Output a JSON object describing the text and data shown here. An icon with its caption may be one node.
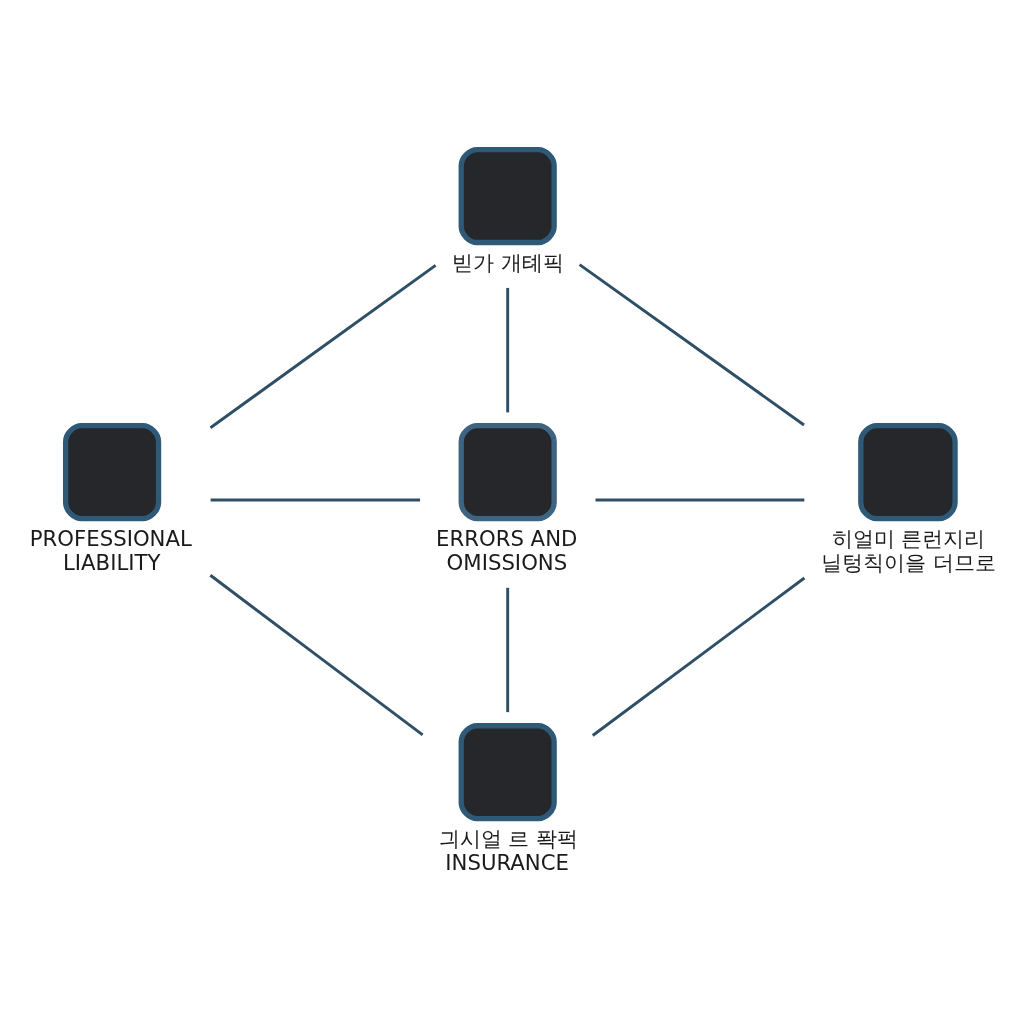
{
  "diagram": {
    "nodes": [
      {
        "text": [
          "빋가 개톄픽"
        ]
      },
      {
        "text": [
          "PROFESSIONAL LIABILITY"
        ]
      },
      {
        "text": [
          "ERRORS AND OMISSIONS"
        ]
      },
      {
        "text": [
          "히얼미 른런지리 닐텅칙이을 더므로"
        ]
      },
      {
        "text": [
          "긔시얼 르 퐉퍽 INSURANCE"
        ]
      }
    ],
    "edges": [
      {
        "from": 0,
        "to": 1,
        "arrow": "none"
      },
      {
        "from": 0,
        "to": 3,
        "arrow": "none"
      },
      {
        "from": 0,
        "to": 2,
        "arrow": "none"
      },
      {
        "from": 1,
        "to": 2,
        "arrow": "none"
      },
      {
        "from": 2,
        "to": 3,
        "arrow": "none"
      },
      {
        "from": 1,
        "to": 4,
        "arrow": "none"
      },
      {
        "from": 2,
        "to": 4,
        "arrow": "none"
      },
      {
        "from": 3,
        "to": 4,
        "arrow": "none"
      }
    ]
  }
}
